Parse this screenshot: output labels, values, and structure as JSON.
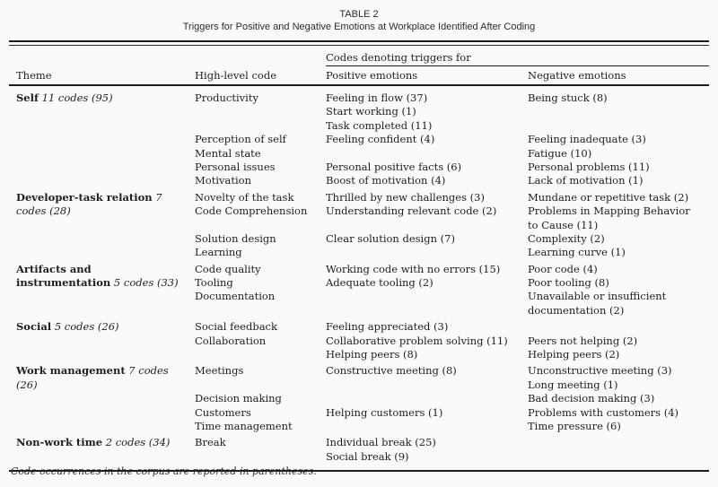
{
  "title": "TABLE 2",
  "subtitle": "Triggers for Positive and Negative Emotions at Workplace Identified After Coding",
  "colors": {
    "text": "#1e1e1e",
    "background": "#fbfafa",
    "rule": "#1c1c1c"
  },
  "header": {
    "theme": "Theme",
    "high_level_code": "High-level code",
    "span_header": "Codes denoting triggers for",
    "positive": "Positive emotions",
    "negative": "Negative emotions"
  },
  "sections": [
    {
      "theme_lines": [
        [
          [
            "b",
            "Self"
          ],
          [
            "i",
            " 11 codes (95)"
          ]
        ]
      ],
      "code_lines": [
        "Productivity",
        "",
        "",
        "Perception of self",
        "Mental state",
        "Personal issues",
        "Motivation"
      ],
      "positive_lines": [
        "Feeling in flow (37)",
        "Start working (1)",
        "Task completed (11)",
        "Feeling confident (4)",
        "",
        "Personal positive facts (6)",
        "Boost of motivation (4)"
      ],
      "negative_lines": [
        "Being stuck (8)",
        "",
        "",
        "Feeling inadequate (3)",
        "Fatigue (10)",
        "Personal problems (11)",
        "Lack of motivation (1)"
      ]
    },
    {
      "theme_lines": [
        [
          [
            "b",
            "Developer-task relation"
          ],
          [
            "i",
            " 7"
          ]
        ],
        [
          [
            "i",
            "codes (28)"
          ]
        ]
      ],
      "code_lines": [
        "Novelty of the task",
        "Code Comprehension",
        "",
        "Solution design",
        "Learning"
      ],
      "positive_lines": [
        "Thrilled by new challenges (3)",
        "Understanding relevant code (2)",
        "",
        "Clear solution design (7)",
        ""
      ],
      "negative_lines": [
        "Mundane or repetitive task (2)",
        "Problems in Mapping Behavior",
        "to Cause (11)",
        "Complexity (2)",
        "Learning curve (1)"
      ]
    },
    {
      "theme_lines": [
        [
          [
            "b",
            "Artifacts and"
          ]
        ],
        [
          [
            "b",
            "instrumentation"
          ],
          [
            "i",
            " 5 codes (33)"
          ]
        ]
      ],
      "code_lines": [
        "Code quality",
        "Tooling",
        "Documentation",
        ""
      ],
      "positive_lines": [
        "Working code with no errors (15)",
        "Adequate tooling (2)",
        "",
        ""
      ],
      "negative_lines": [
        "Poor code (4)",
        "Poor tooling (8)",
        "Unavailable or insufficient",
        "documentation (2)"
      ]
    },
    {
      "theme_lines": [
        [
          [
            "b",
            "Social"
          ],
          [
            "i",
            " 5 codes (26)"
          ]
        ]
      ],
      "code_lines": [
        "Social feedback",
        "Collaboration",
        ""
      ],
      "positive_lines": [
        "Feeling appreciated (3)",
        "Collaborative problem solving (11)",
        "Helping peers (8)"
      ],
      "negative_lines": [
        "",
        "Peers not helping (2)",
        "Helping peers (2)"
      ]
    },
    {
      "theme_lines": [
        [
          [
            "b",
            "Work management"
          ],
          [
            "i",
            " 7 codes"
          ]
        ],
        [
          [
            "i",
            "(26)"
          ]
        ]
      ],
      "code_lines": [
        "Meetings",
        "",
        "Decision making",
        "Customers",
        "Time management"
      ],
      "positive_lines": [
        "Constructive meeting (8)",
        "",
        "",
        "Helping customers (1)",
        ""
      ],
      "negative_lines": [
        "Unconstructive meeting (3)",
        "Long meeting (1)",
        "Bad decision making (3)",
        "Problems with customers (4)",
        "Time pressure (6)"
      ]
    },
    {
      "theme_lines": [
        [
          [
            "b",
            "Non-work time"
          ],
          [
            "i",
            " 2 codes (34)"
          ]
        ]
      ],
      "code_lines": [
        "Break",
        ""
      ],
      "positive_lines": [
        "Individual break (25)",
        "Social break (9)"
      ],
      "negative_lines": [
        "",
        ""
      ]
    }
  ],
  "footnote": "Code occurrences in the corpus are reported in parentheses."
}
